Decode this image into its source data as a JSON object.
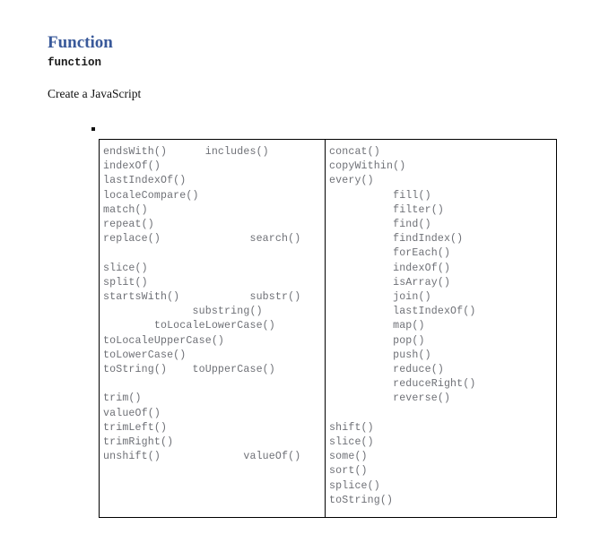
{
  "document": {
    "title": "Function",
    "keyword": "function",
    "intro": "Create a JavaScript",
    "title_color": "#39599a",
    "code_color": "#6e7076"
  },
  "list": {
    "bullet": "square-bullet"
  },
  "methods_table": {
    "columns": [
      {
        "name": "string-methods-column",
        "lines": [
          "endsWith()      includes()",
          "indexOf()",
          "lastIndexOf()",
          "localeCompare()",
          "match()",
          "repeat()",
          "replace()              search()",
          "",
          "slice()",
          "split()",
          "startsWith()           substr()",
          "              substring()",
          "        toLocaleLowerCase()",
          "toLocaleUpperCase()",
          "toLowerCase()",
          "toString()    toUpperCase()",
          "",
          "trim()",
          "valueOf()",
          "trimLeft()",
          "trimRight()",
          "unshift()             valueOf()"
        ]
      },
      {
        "name": "array-methods-column",
        "lines": [
          "concat()",
          "copyWithin()",
          "every()",
          "          fill()",
          "          filter()",
          "          find()",
          "          findIndex()",
          "          forEach()",
          "          indexOf()",
          "          isArray()",
          "          join()",
          "          lastIndexOf()",
          "          map()",
          "          pop()",
          "          push()",
          "          reduce()",
          "          reduceRight()",
          "          reverse()",
          "",
          "shift()",
          "slice()",
          "some()",
          "sort()",
          "splice()",
          "toString()"
        ]
      }
    ]
  }
}
